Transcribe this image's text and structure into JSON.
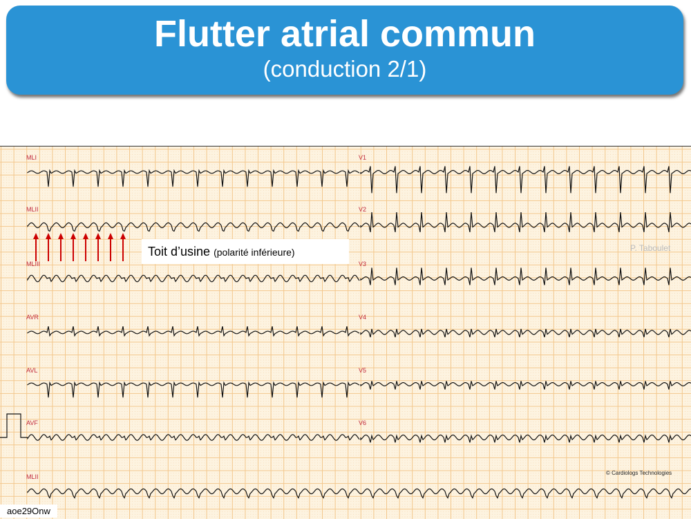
{
  "header": {
    "title": "Flutter atrial commun",
    "subtitle": "(conduction 2/1)"
  },
  "ecg": {
    "leads_left": [
      "MLI",
      "MLII",
      "MLIII",
      "AVR",
      "AVL",
      "AVF",
      "MLII"
    ],
    "leads_right": [
      "V1",
      "V2",
      "V3",
      "V4",
      "V5",
      "V6"
    ],
    "annotation": {
      "main": "Toit d’usine",
      "detail": "(polarité inférieure)"
    },
    "arrow_count": 8,
    "arrow_color": "#cc0000",
    "watermark": "P. Taboulet",
    "copyright": "© Cardiologs Technologies",
    "code": "aoe29Onw"
  }
}
